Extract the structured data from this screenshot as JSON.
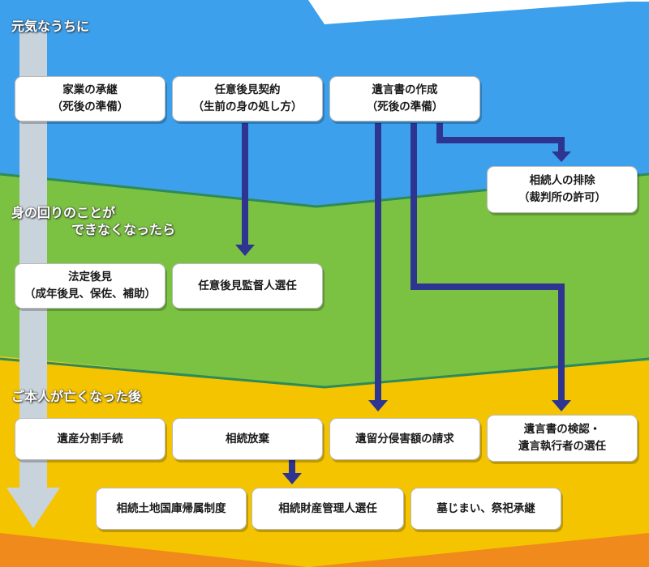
{
  "stages": {
    "healthy": "元気なうちに",
    "declining_line1": "身の回りのことが",
    "declining_line2": "できなくなったら",
    "after_death": "ご本人が亡くなった後"
  },
  "boxes": {
    "family_business": {
      "line1": "家業の承継",
      "line2": "（死後の準備）"
    },
    "voluntary_guardianship_contract": {
      "line1": "任意後見契約",
      "line2": "（生前の身の処し方）"
    },
    "will_creation": {
      "line1": "遺言書の作成",
      "line2": "（死後の準備）"
    },
    "heir_exclusion": {
      "line1": "相続人の排除",
      "line2": "（裁判所の許可）"
    },
    "legal_guardianship": {
      "line1": "法定後見",
      "line2": "（成年後見、保佐、補助）"
    },
    "guardian_supervisor": {
      "line1": "任意後見監督人選任"
    },
    "estate_division": {
      "line1": "遺産分割手続"
    },
    "renunciation": {
      "line1": "相続放棄"
    },
    "forced_share_claim": {
      "line1": "遺留分侵害額の請求"
    },
    "will_probate": {
      "line1": "遺言書の検認・",
      "line2": "遺言執行者の選任"
    },
    "land_to_state": {
      "line1": "相続土地国庫帰属制度"
    },
    "estate_administrator": {
      "line1": "相続財産管理人選任"
    },
    "grave_closure": {
      "line1": "墓じまい、祭祀承継"
    }
  },
  "colors": {
    "blue_band": "#3da0ec",
    "green_band": "#7cc242",
    "yellow_band": "#f5c400",
    "orange_edge": "#f08a1c",
    "divider": "#2e8b57",
    "time_arrow": "#c9d3dc",
    "connector": "#2d3591"
  }
}
